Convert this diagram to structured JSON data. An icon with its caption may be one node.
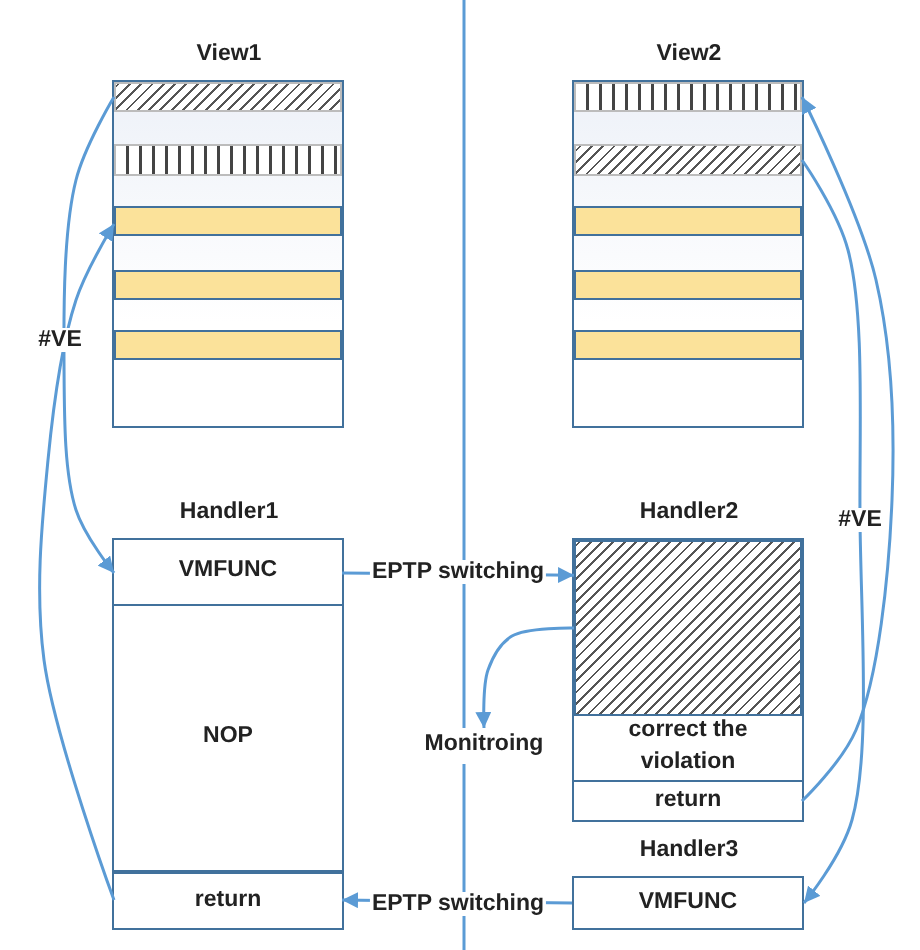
{
  "diagram": {
    "nodes": [
      {
        "text": [
          "View1"
        ]
      },
      {
        "text": [],
        "shape": "bar",
        "in": 0
      },
      {
        "text": [],
        "shape": "bar",
        "in": 0
      },
      {
        "text": [],
        "shape": "bar",
        "in": 0
      },
      {
        "text": [],
        "shape": "bar",
        "in": 0
      },
      {
        "text": [],
        "shape": "bar",
        "in": 0
      },
      {
        "text": [
          "View2"
        ]
      },
      {
        "text": [],
        "shape": "bar",
        "in": 6
      },
      {
        "text": [],
        "shape": "bar",
        "in": 6
      },
      {
        "text": [],
        "shape": "bar",
        "in": 6
      },
      {
        "text": [],
        "shape": "bar",
        "in": 6
      },
      {
        "text": [],
        "shape": "bar",
        "in": 6
      },
      {
        "text": [
          "Handler1"
        ]
      },
      {
        "text": [
          "VMFUNC"
        ],
        "in": 12
      },
      {
        "text": [
          "NOP"
        ],
        "in": 12
      },
      {
        "text": [
          "return"
        ],
        "in": 12
      },
      {
        "text": [
          "Handler2"
        ]
      },
      {
        "text": [],
        "shape": "box",
        "in": 16
      },
      {
        "text": [
          "correct the violation"
        ],
        "in": 16
      },
      {
        "text": [
          "return"
        ],
        "in": 16
      },
      {
        "text": [
          "Handler3",
          "VMFUNC"
        ]
      },
      {
        "text": [
          "Monitroing"
        ]
      }
    ],
    "edges": [
      {
        "from": 1,
        "to": 13,
        "arrow": "to",
        "label": "#VE"
      },
      {
        "from": 15,
        "to": 3,
        "arrow": "to"
      },
      {
        "from": 13,
        "to": 17,
        "arrow": "to",
        "label": "EPTP switching"
      },
      {
        "from": 17,
        "to": 21,
        "arrow": "to"
      },
      {
        "from": 19,
        "to": 7,
        "arrow": "to"
      },
      {
        "from": 8,
        "to": 20,
        "arrow": "to",
        "label": "#VE"
      },
      {
        "from": 20,
        "to": 15,
        "arrow": "to",
        "label": "EPTP switching"
      }
    ]
  }
}
